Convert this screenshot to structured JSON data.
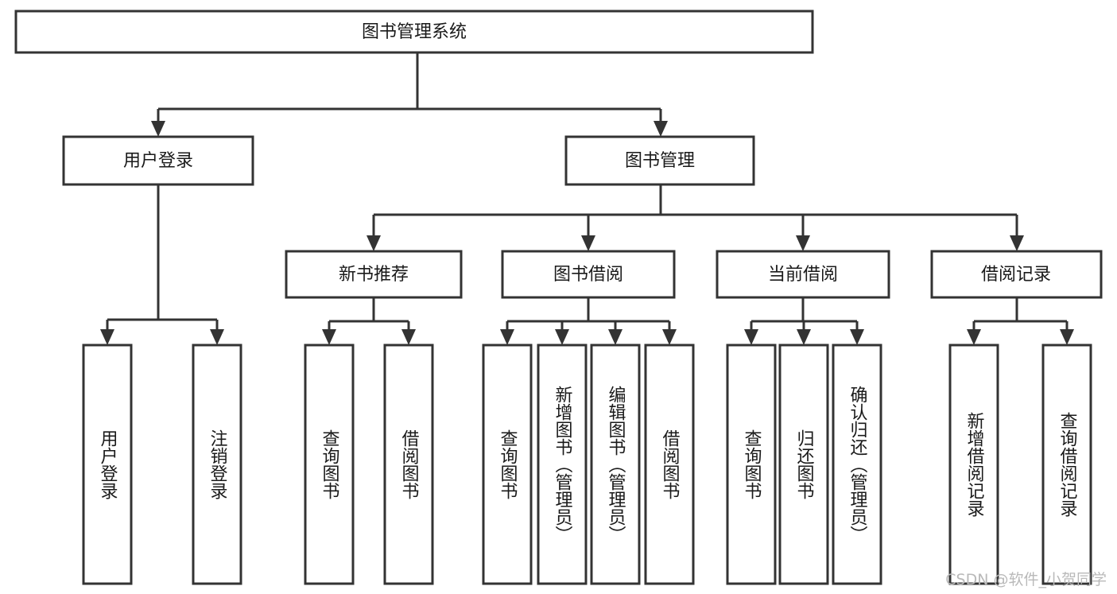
{
  "diagram": {
    "title": "图书管理系统",
    "type": "hierarchy-tree",
    "background_color": "#ffffff",
    "line_color": "#333333",
    "box_fill": "#ffffff",
    "text_color": "#1a1a1a",
    "levels": [
      {
        "level": 1,
        "nodes": [
          {
            "id": "root",
            "label": "图书管理系统",
            "orientation": "horizontal"
          }
        ]
      },
      {
        "level": 2,
        "nodes": [
          {
            "id": "login",
            "label": "用户登录",
            "orientation": "horizontal",
            "parent": "root"
          },
          {
            "id": "bookmgmt",
            "label": "图书管理",
            "orientation": "horizontal",
            "parent": "root"
          }
        ]
      },
      {
        "level": 3,
        "nodes": [
          {
            "id": "newbook",
            "label": "新书推荐",
            "orientation": "horizontal",
            "parent": "bookmgmt"
          },
          {
            "id": "borrow",
            "label": "图书借阅",
            "orientation": "horizontal",
            "parent": "bookmgmt"
          },
          {
            "id": "current",
            "label": "当前借阅",
            "orientation": "horizontal",
            "parent": "bookmgmt"
          },
          {
            "id": "records",
            "label": "借阅记录",
            "orientation": "horizontal",
            "parent": "bookmgmt"
          }
        ]
      },
      {
        "level": 4,
        "nodes": [
          {
            "id": "leaf-user-login",
            "label": "用户登录",
            "orientation": "vertical",
            "parent": "login"
          },
          {
            "id": "leaf-user-logout",
            "label": "注销登录",
            "orientation": "vertical",
            "parent": "login"
          },
          {
            "id": "leaf-query-book-1",
            "label": "查询图书",
            "orientation": "vertical",
            "parent": "newbook"
          },
          {
            "id": "leaf-borrow-book-1",
            "label": "借阅图书",
            "orientation": "vertical",
            "parent": "newbook"
          },
          {
            "id": "leaf-query-book-2",
            "label": "查询图书",
            "orientation": "vertical",
            "parent": "borrow"
          },
          {
            "id": "leaf-add-book",
            "label": "新增图书（管理员）",
            "orientation": "vertical",
            "parent": "borrow"
          },
          {
            "id": "leaf-edit-book",
            "label": "编辑图书（管理员）",
            "orientation": "vertical",
            "parent": "borrow"
          },
          {
            "id": "leaf-borrow-book-2",
            "label": "借阅图书",
            "orientation": "vertical",
            "parent": "borrow"
          },
          {
            "id": "leaf-query-book-3",
            "label": "查询图书",
            "orientation": "vertical",
            "parent": "current"
          },
          {
            "id": "leaf-return-book",
            "label": "归还图书",
            "orientation": "vertical",
            "parent": "current"
          },
          {
            "id": "leaf-confirm-return",
            "label": "确认归还（管理员）",
            "orientation": "vertical",
            "parent": "current"
          },
          {
            "id": "leaf-add-record",
            "label": "新增借阅记录",
            "orientation": "vertical",
            "parent": "records"
          },
          {
            "id": "leaf-query-record",
            "label": "查询借阅记录",
            "orientation": "vertical",
            "parent": "records"
          }
        ]
      }
    ]
  },
  "watermark": {
    "text": "CSDN @软件_小贺同学",
    "color": "#b9b9b9"
  }
}
